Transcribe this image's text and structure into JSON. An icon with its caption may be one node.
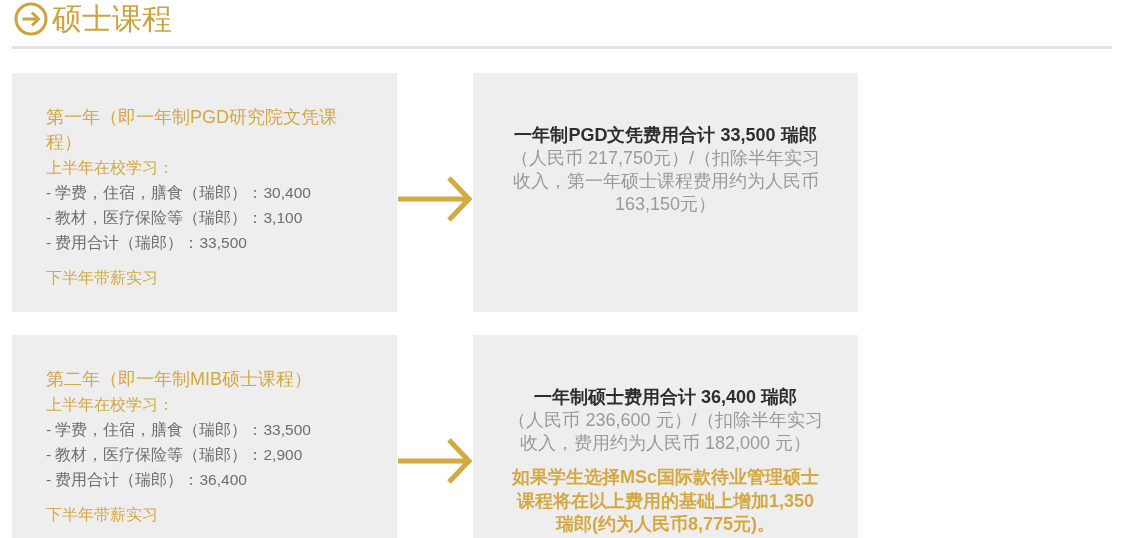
{
  "diagram": {
    "title": "硕士课程",
    "nodes": [
      {
        "text": [
          "第一年（即一年制PGD研究院文凭课程）",
          "上半年在校学习：",
          "- 学费，住宿，膳食（瑞郎）：30,400",
          "- 教材，医疗保险等（瑞郎）：3,100",
          "- 费用合计（瑞郎）：33,500",
          "下半年带薪实习"
        ]
      },
      {
        "text": [
          "一年制PGD文凭费用合计 33,500 瑞郎",
          "（人民币 217,750元）/（扣除半年实习收入，第一年硕士课程费用约为人民币163,150元）"
        ]
      },
      {
        "text": [
          "第二年（即一年制MIB硕士课程）",
          "上半年在校学习：",
          "- 学费，住宿，膳食（瑞郎）：33,500",
          "- 教材，医疗保险等（瑞郎）：2,900",
          "- 费用合计（瑞郎）：36,400",
          "下半年带薪实习"
        ]
      },
      {
        "text": [
          "一年制硕士费用合计 36,400 瑞郎",
          "（人民币 236,600 元）/（扣除半年实习收入，费用约为人民币 182,000 元）",
          "如果学生选择MSc国际款待业管理硕士课程将在以上费用的基础上增加1,350瑞郎(约为人民币8,775元)。"
        ]
      }
    ],
    "edges": [
      {
        "from": 0,
        "to": 1,
        "arrow": "to"
      },
      {
        "from": 2,
        "to": 3,
        "arrow": "to"
      }
    ]
  }
}
